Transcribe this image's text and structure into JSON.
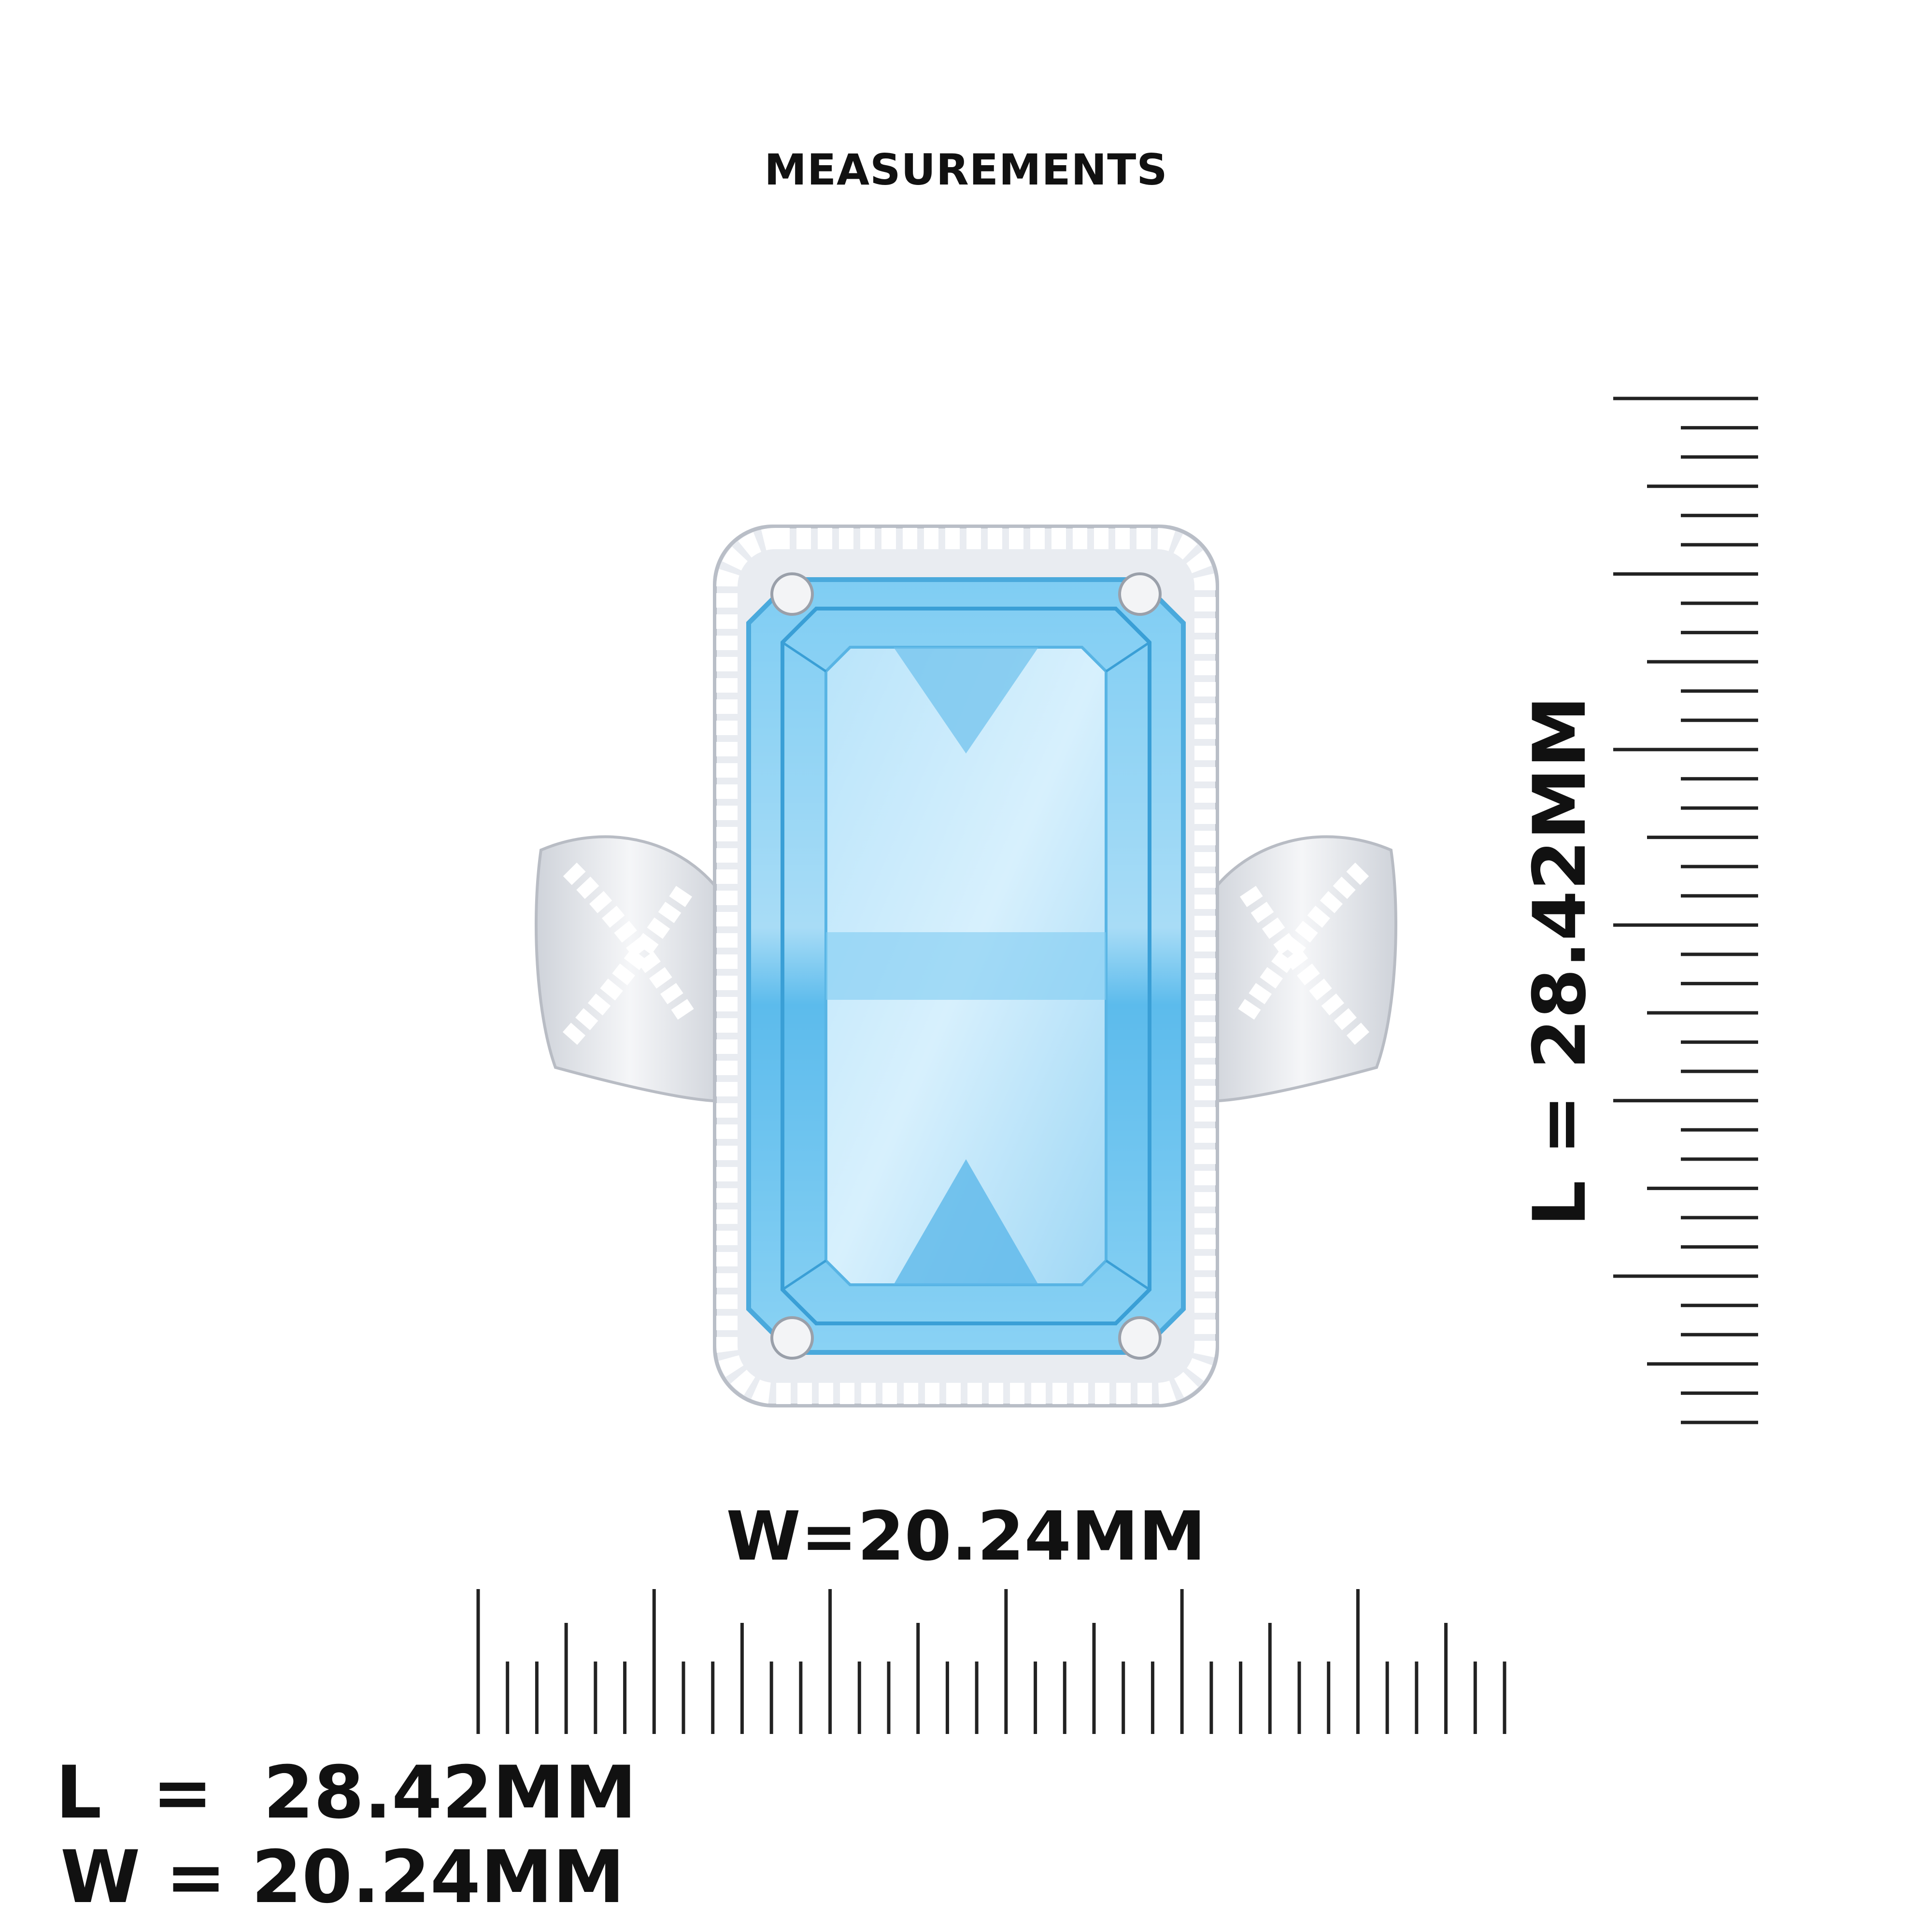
{
  "title": "MEASUREMENTS",
  "width_label": "W=20.24MM",
  "length_label_vertical": "L = 28.42MM",
  "summary": {
    "length": "L  =  28.42MM",
    "width": "W = 20.24MM"
  },
  "colors": {
    "text": "#111111",
    "ruler": "#222222",
    "stone": "#6ec3ef",
    "stone_dark": "#2f9bd6",
    "stone_light": "#c6e9fb",
    "metal": "#e7e9ee",
    "diamond": "#ffffff"
  },
  "rulers": {
    "horizontal": {
      "tick_count": 36,
      "major_every": 6,
      "mid_every": 3
    },
    "vertical": {
      "tick_count": 36,
      "major_every": 6,
      "mid_every": 3
    }
  }
}
